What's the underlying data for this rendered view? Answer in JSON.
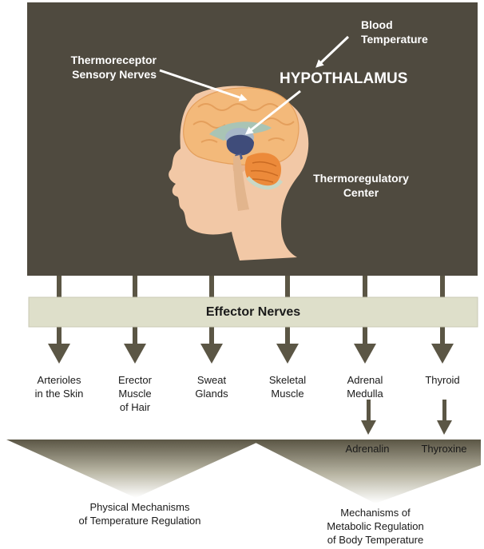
{
  "header": {
    "blood_temperature": [
      "Blood",
      "Temperature"
    ],
    "thermoreceptor": [
      "Thermoreceptor",
      "Sensory Nerves"
    ],
    "hypothalamus": "HYPOTHALAMUS",
    "center": [
      "Thermoregulatory",
      "Center"
    ]
  },
  "effector_bar": {
    "label": "Effector Nerves"
  },
  "targets": [
    {
      "name": "arterioles",
      "lines": [
        "Arterioles",
        "in the Skin"
      ]
    },
    {
      "name": "erector",
      "lines": [
        "Erector",
        "Muscle",
        "of Hair"
      ]
    },
    {
      "name": "sweat",
      "lines": [
        "Sweat",
        "Glands"
      ]
    },
    {
      "name": "skeletal",
      "lines": [
        "Skeletal",
        "Muscle"
      ]
    },
    {
      "name": "adrenal",
      "lines": [
        "Adrenal",
        "Medulla"
      ]
    },
    {
      "name": "thyroid",
      "lines": [
        "Thyroid"
      ]
    }
  ],
  "secretions": {
    "adrenalin": "Adrenalin",
    "thyroxine": "Thyroxine"
  },
  "outcomes": {
    "physical": [
      "Physical Mechanisms",
      "of Temperature Regulation"
    ],
    "metabolic": [
      "Mechanisms of",
      "Metabolic Regulation",
      "of Body Temperature"
    ]
  },
  "colors": {
    "panel": "#4f4a3f",
    "arrow": "#5b5645",
    "bar": "#dedfca",
    "skin": "#f2c8a6",
    "brain": "#f3b97a",
    "hypothalamus": "#3f4c7a",
    "cerebellum": "#ec8a3a"
  }
}
